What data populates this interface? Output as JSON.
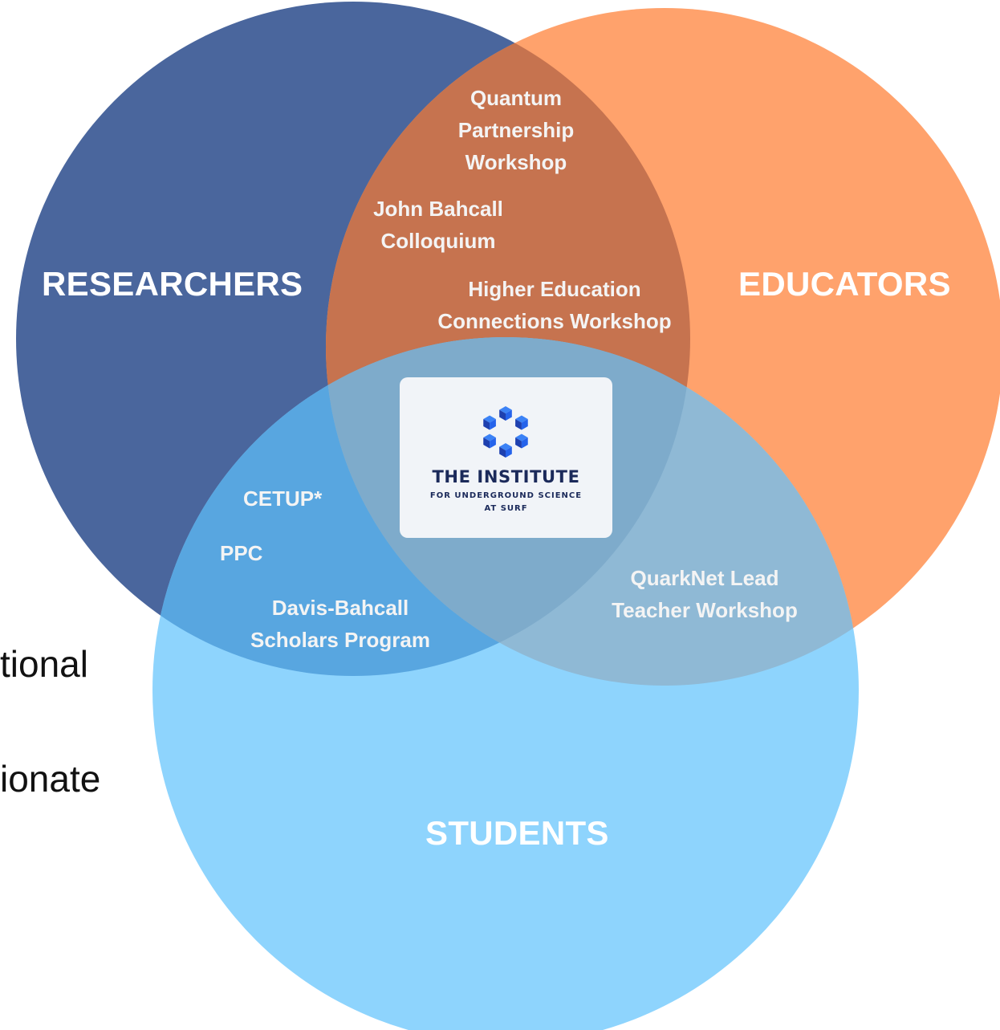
{
  "colors": {
    "researchers": "#4a669d",
    "educators": "#ffa26c",
    "students": "#8ed4fd",
    "researchers_educators": "#c6734f",
    "researchers_students": "#58a6e0",
    "educators_students": "#8fb9d5",
    "all_three": "#7eabcb"
  },
  "sets": {
    "researchers": "RESEARCHERS",
    "educators": "EDUCATORS",
    "students": "STUDENTS"
  },
  "programs": {
    "quantum": "Quantum\nPartnership\nWorkshop",
    "bahcall_colloquium": "John Bahcall\nColloquium",
    "higher_ed": "Higher Education\nConnections Workshop",
    "cetup": "CETUP*",
    "ppc": "PPC",
    "davis_bahcall": "Davis-Bahcall\nScholars Program",
    "quarknet": "QuarkNet Lead\nTeacher Workshop"
  },
  "logo": {
    "icon": "interlocking-cubes-logo-icon",
    "title": "THE INSTITUTE",
    "subtitle_line1": "FOR UNDERGROUND SCIENCE",
    "subtitle_line2": "AT SURF"
  },
  "cut_off_text": {
    "line1": "tional",
    "line2": "ionate"
  }
}
